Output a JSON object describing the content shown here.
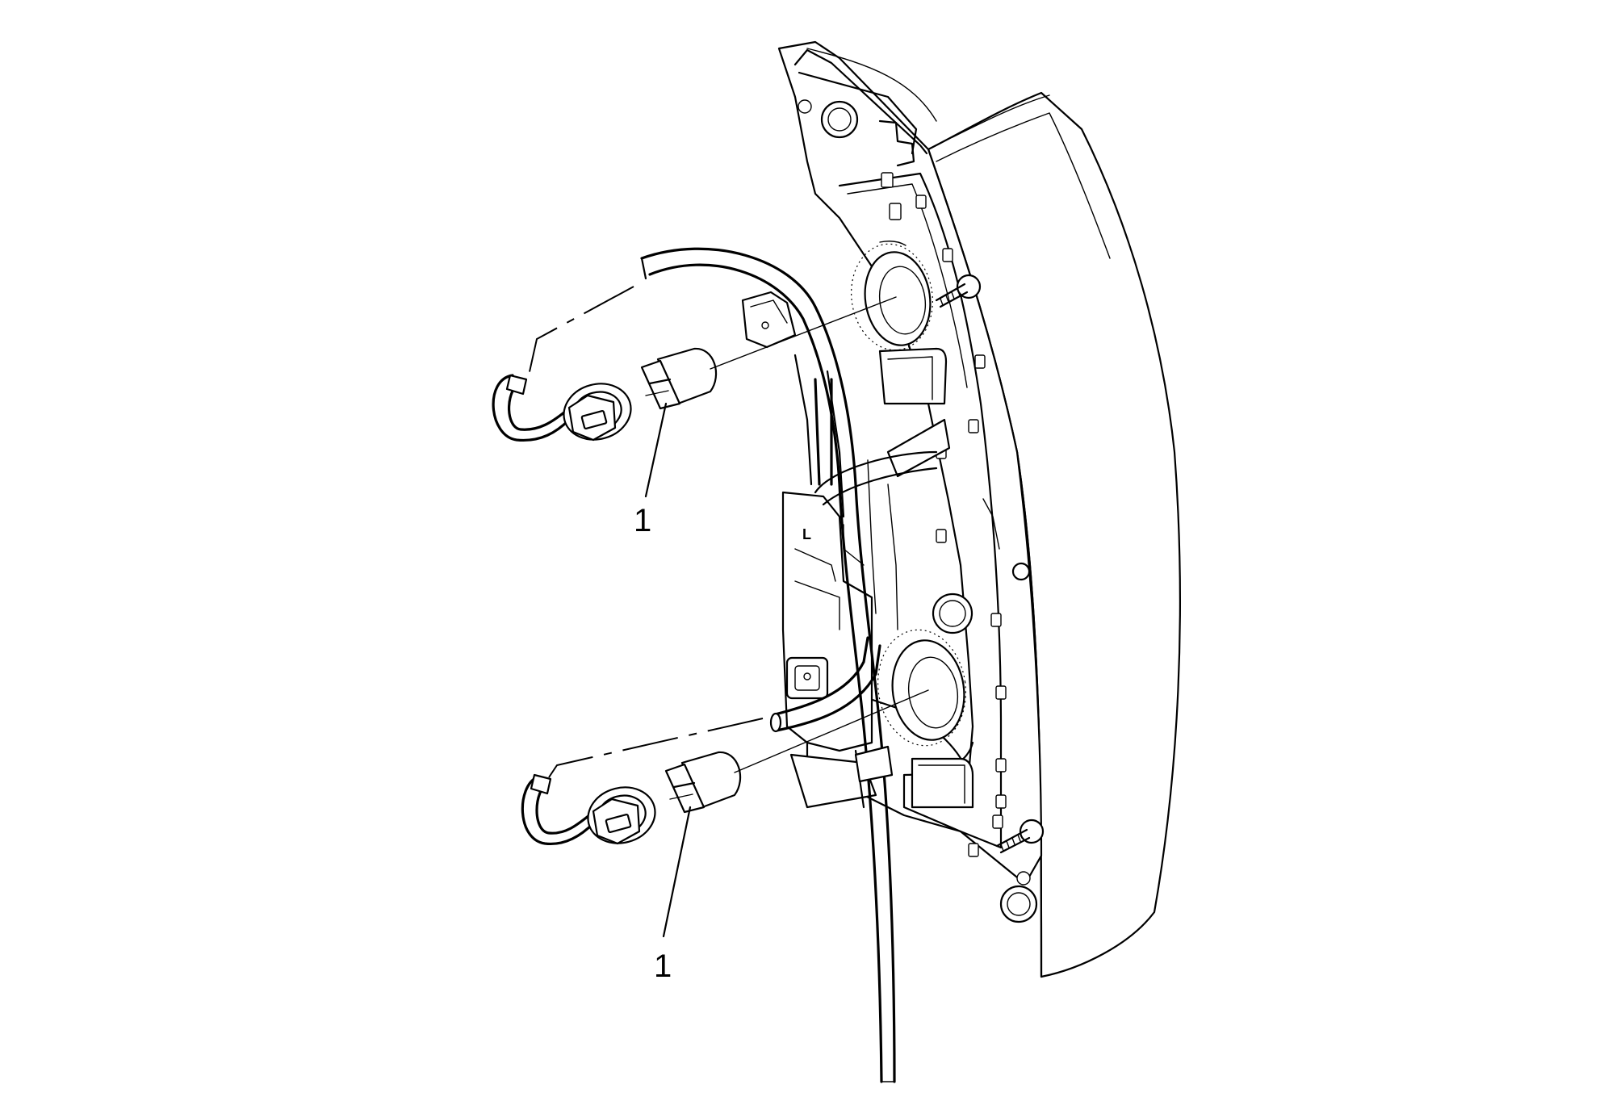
{
  "callouts": [
    {
      "label": "1"
    },
    {
      "label": "1"
    }
  ],
  "housing_marker": "L"
}
